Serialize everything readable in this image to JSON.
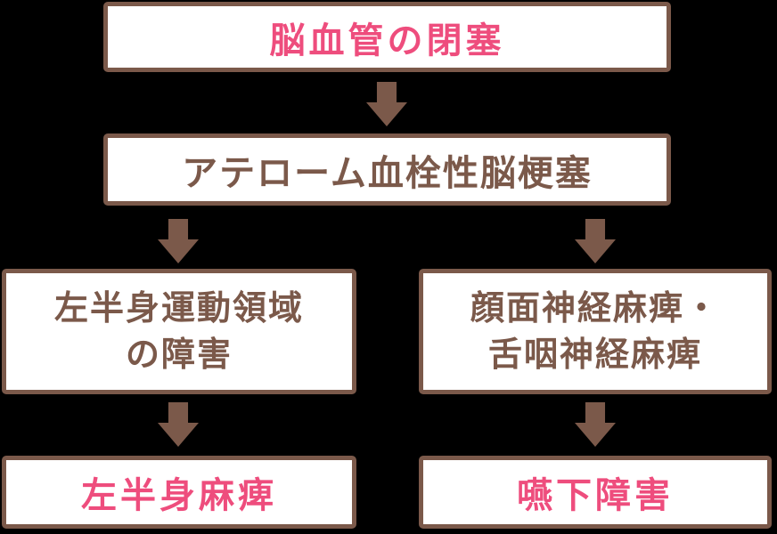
{
  "colors": {
    "background": "#000000",
    "box_fill": "#ffffff",
    "box_border_brown": "#7b594a",
    "arrow_brown": "#7b594a",
    "text_brown": "#7b594a",
    "text_pink": "#ee4d7d"
  },
  "flowchart": {
    "nodes": [
      {
        "name": "cerebral-vessel-occlusion",
        "label": "脳血管の閉塞",
        "text_color": "pink"
      },
      {
        "name": "atherothrombotic-cerebral-infarction",
        "label": "アテローム血栓性脳梗塞",
        "text_color": "brown"
      },
      {
        "name": "left-body-motor-area-disorder",
        "line1": "左半身運動領域",
        "line2": "の障害",
        "text_color": "brown"
      },
      {
        "name": "facial-and-glossopharyngeal-nerve-palsy",
        "line1": "顔面神経麻痺・",
        "line2": "舌咽神経麻痺",
        "text_color": "brown"
      },
      {
        "name": "left-hemiplegia",
        "label": "左半身麻痺",
        "text_color": "pink"
      },
      {
        "name": "dysphagia",
        "label": "嚥下障害",
        "text_color": "pink"
      }
    ],
    "connections": [
      {
        "from": "cerebral-vessel-occlusion",
        "to": "atherothrombotic-cerebral-infarction"
      },
      {
        "from": "atherothrombotic-cerebral-infarction",
        "to": "left-body-motor-area-disorder"
      },
      {
        "from": "atherothrombotic-cerebral-infarction",
        "to": "facial-and-glossopharyngeal-nerve-palsy"
      },
      {
        "from": "left-body-motor-area-disorder",
        "to": "left-hemiplegia"
      },
      {
        "from": "facial-and-glossopharyngeal-nerve-palsy",
        "to": "dysphagia"
      }
    ]
  }
}
